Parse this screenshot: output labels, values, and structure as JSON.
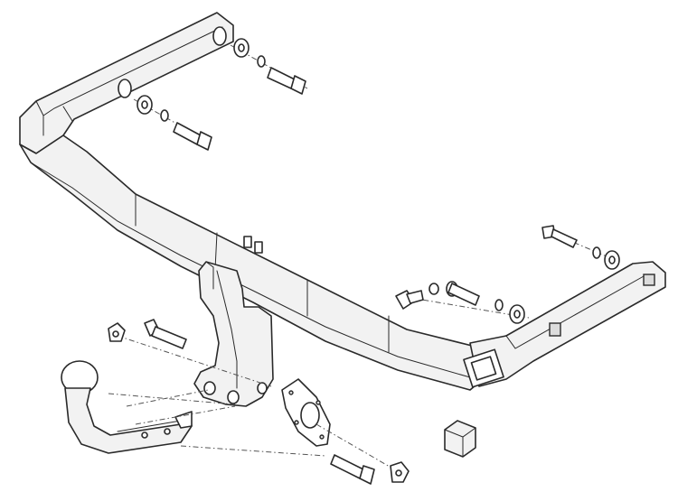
{
  "diagram": {
    "colors": {
      "line": "#2a2a2a",
      "fill": "#f2f2f2",
      "background": "#ffffff",
      "dash": "#555555"
    },
    "parts": [
      "crossbar",
      "left-side-arm",
      "right-side-arm",
      "center-bracket",
      "tow-ball-neck",
      "socket-plate",
      "bolt-left-upper",
      "bolt-left-lower",
      "bolt-right-upper",
      "bolt-right-lower",
      "bolt-flange",
      "bolt-ball-mount",
      "bolt-bottom",
      "nut-left",
      "nut-bottom",
      "square-nut-right-arm",
      "square-nut-right-end",
      "spacer-block"
    ]
  }
}
